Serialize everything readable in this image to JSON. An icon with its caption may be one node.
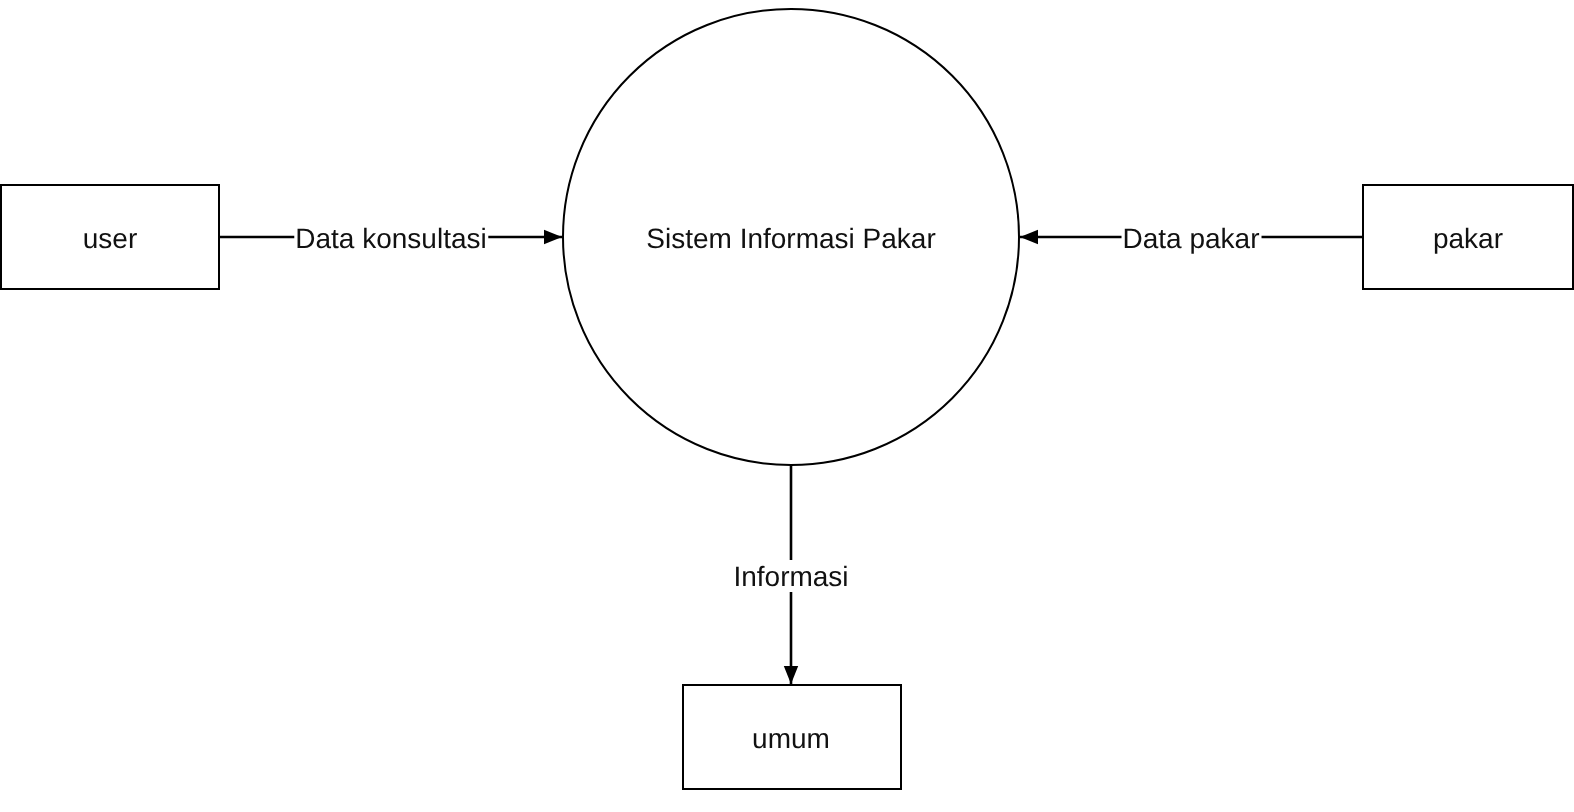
{
  "diagram": {
    "nodes": [
      {
        "text": [
          "user"
        ]
      },
      {
        "text": [
          "Sistem Informasi Pakar"
        ]
      },
      {
        "text": [
          "pakar"
        ]
      },
      {
        "text": [
          "umum"
        ]
      }
    ],
    "edges": [
      {
        "from": 0,
        "to": 1,
        "arrow": "to",
        "label": "Data konsultasi"
      },
      {
        "from": 2,
        "to": 1,
        "arrow": "to",
        "label": "Data pakar"
      },
      {
        "from": 1,
        "to": 3,
        "arrow": "to",
        "label": "Informasi"
      }
    ]
  }
}
